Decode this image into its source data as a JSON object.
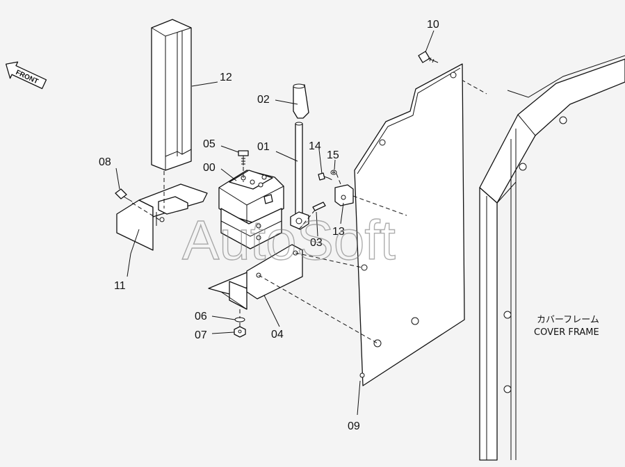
{
  "callouts": {
    "p00": "00",
    "p01": "01",
    "p02": "02",
    "p03": "03",
    "p04": "04",
    "p05": "05",
    "p06": "06",
    "p07": "07",
    "p08": "08",
    "p09": "09",
    "p10": "10",
    "p11": "11",
    "p12": "12",
    "p13": "13",
    "p14": "14",
    "p15": "15"
  },
  "front_marker": "FRONT",
  "cover_frame": {
    "label_jp": "カバーフレーム",
    "label_en": "COVER FRAME"
  },
  "watermark": "AutoSoft"
}
